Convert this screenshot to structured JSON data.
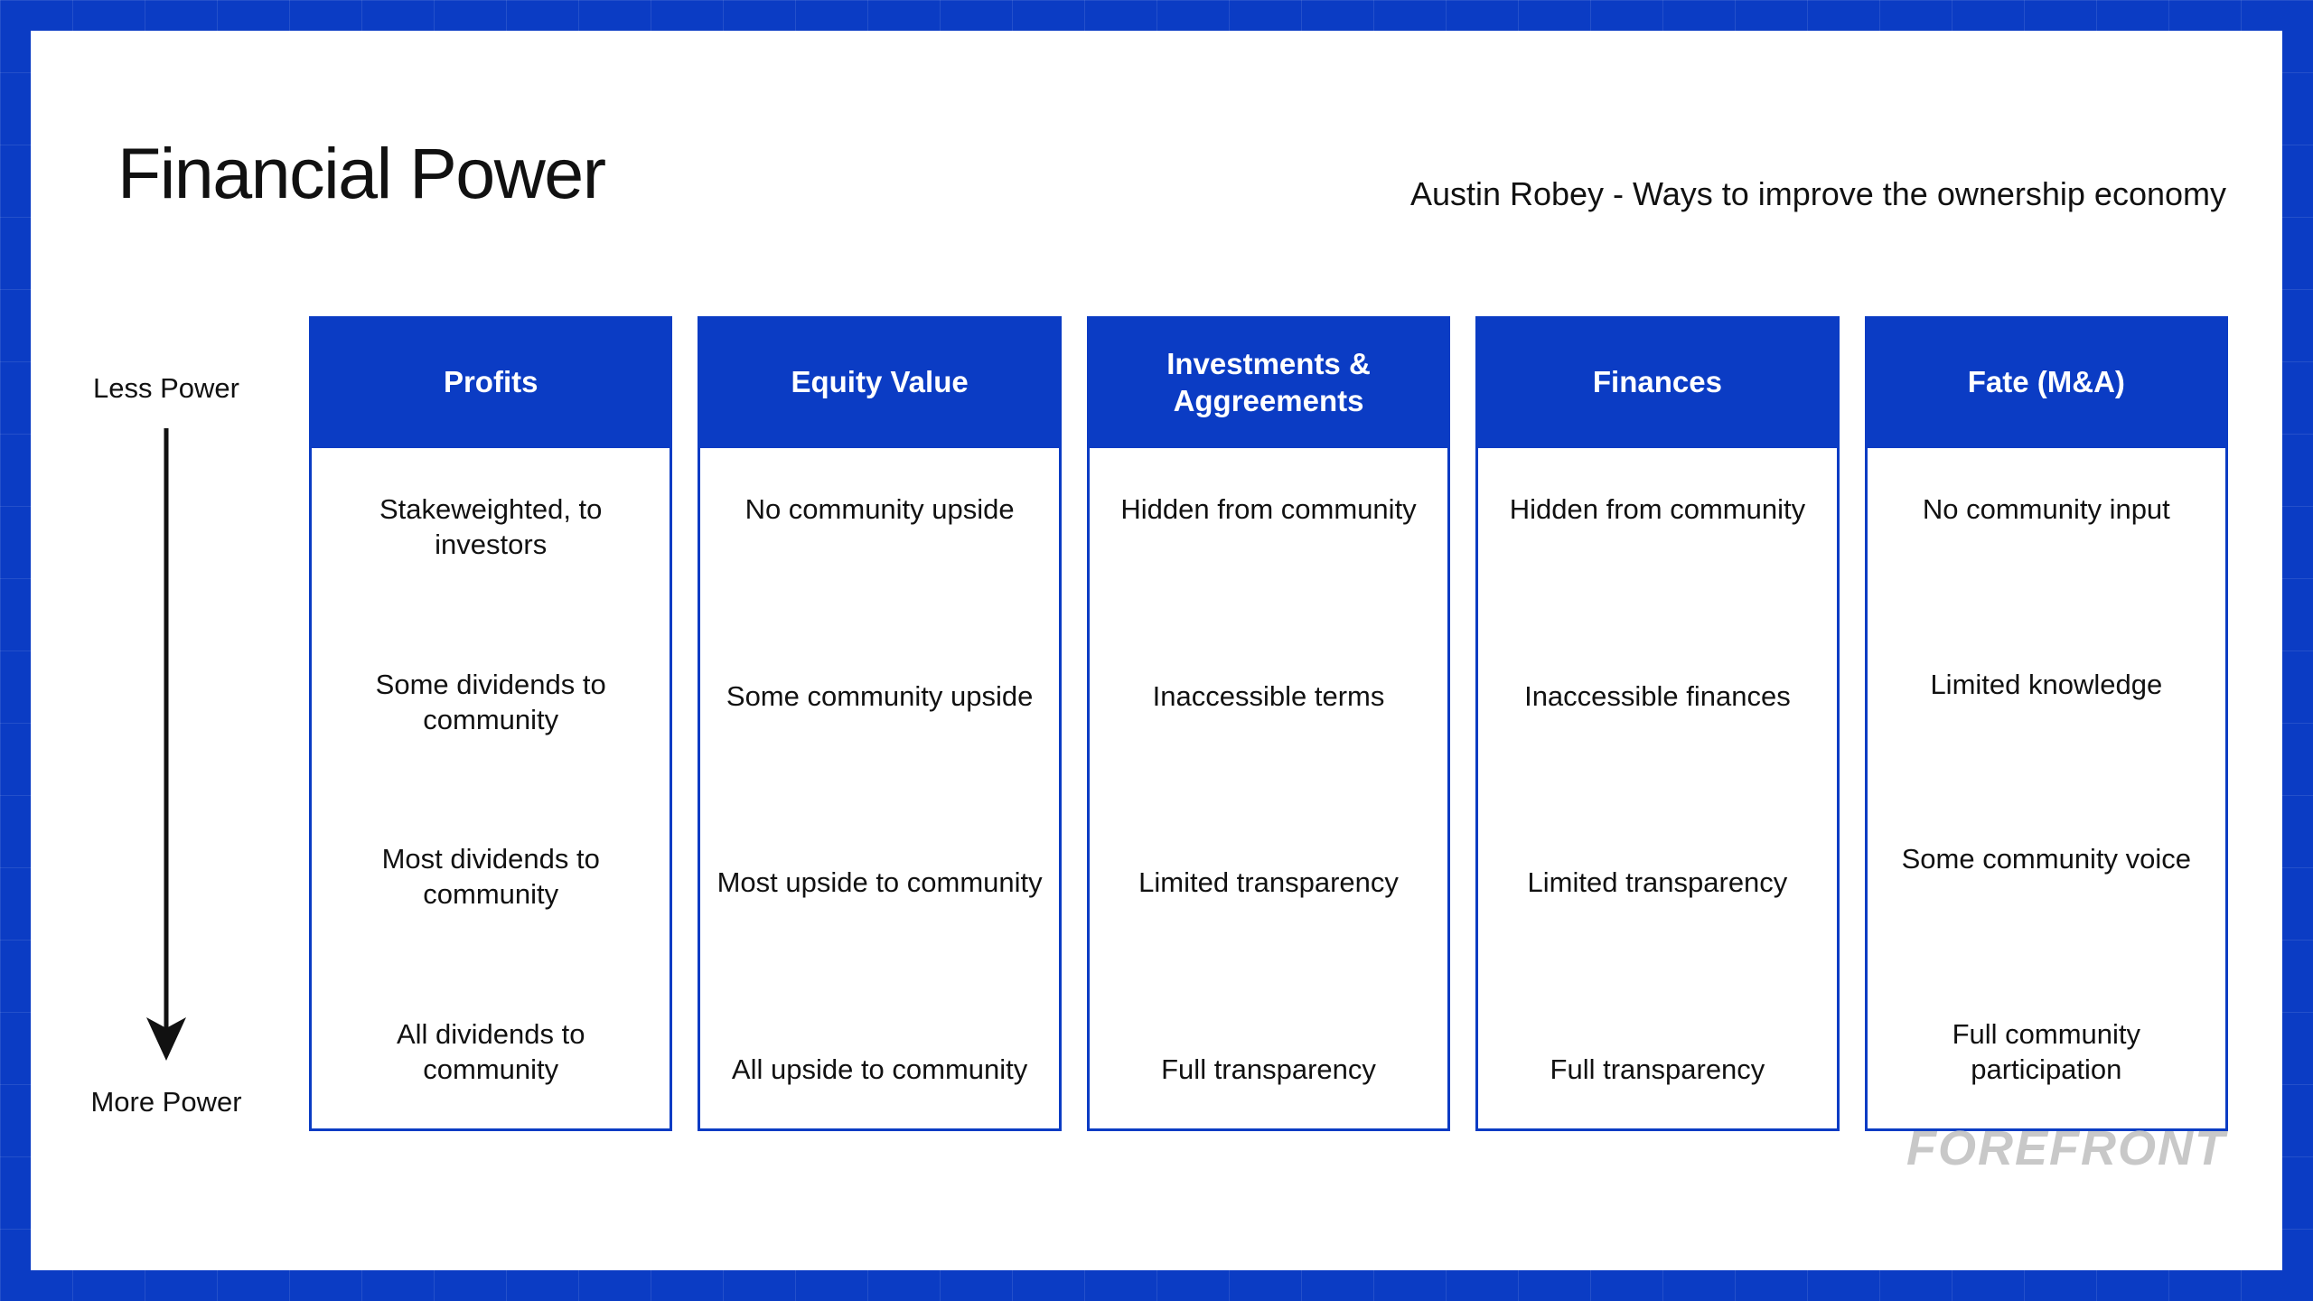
{
  "theme": {
    "brand_blue": "#0B3CC4",
    "canvas_white": "#FFFFFF",
    "text_black": "#111111",
    "logo_gray": "#C8C8C8"
  },
  "header": {
    "title": "Financial Power",
    "subtitle": "Austin Robey - Ways to improve the ownership economy"
  },
  "power_axis": {
    "top_label": "Less Power",
    "bottom_label": "More Power",
    "arrow_direction": "down",
    "arrow_icon": "down-arrow-icon"
  },
  "table": {
    "columns": [
      {
        "header": "Profits",
        "items": [
          "Stakeweighted, to investors",
          "Some dividends to community",
          "Most dividends to community",
          "All dividends to community"
        ]
      },
      {
        "header": "Equity Value",
        "items": [
          "No community upside",
          "Some community upside",
          "Most upside to community",
          "All upside to community"
        ]
      },
      {
        "header": "Investments & Aggreements",
        "items": [
          "Hidden from community",
          "Inaccessible terms",
          "Limited transparency",
          "Full transparency"
        ]
      },
      {
        "header": "Finances",
        "items": [
          "Hidden from community",
          "Inaccessible finances",
          "Limited transparency",
          "Full transparency"
        ]
      },
      {
        "header": "Fate (M&A)",
        "items": [
          "No community input",
          "Limited knowledge",
          "Some community voice",
          "Full community participation"
        ]
      }
    ]
  },
  "brand": {
    "logo_text": "FOREFRONT"
  }
}
